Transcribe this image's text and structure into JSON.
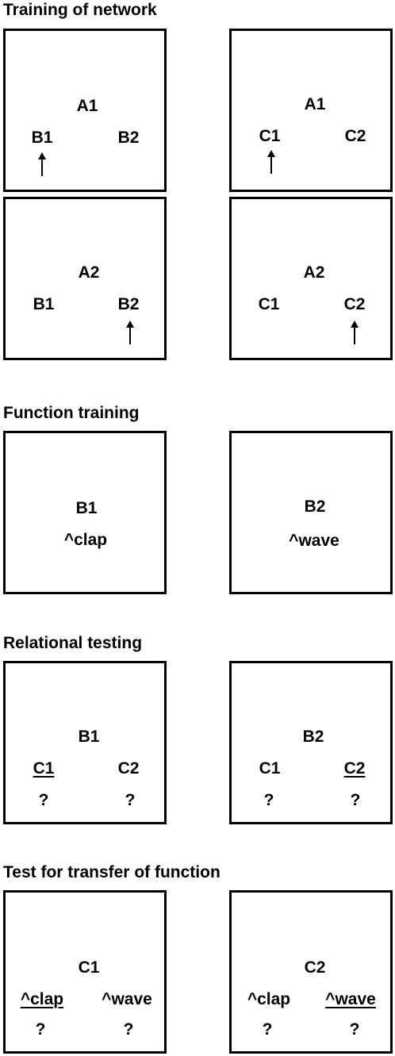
{
  "headings": {
    "network": "Training of network",
    "function": "Function training",
    "relational": "Relational testing",
    "transfer": "Test for transfer of function"
  },
  "panels": {
    "p1": {
      "sample": "A1",
      "left": "B1",
      "right": "B2"
    },
    "p2": {
      "sample": "A1",
      "left": "C1",
      "right": "C2"
    },
    "p3": {
      "sample": "A2",
      "left": "B1",
      "right": "B2"
    },
    "p4": {
      "sample": "A2",
      "left": "C1",
      "right": "C2"
    },
    "p5": {
      "stimulus": "B1",
      "response": "^clap"
    },
    "p6": {
      "stimulus": "B2",
      "response": "^wave"
    },
    "p7": {
      "sample": "B1",
      "left": "C1",
      "right": "C2",
      "left_mark": "?",
      "right_mark": "?"
    },
    "p8": {
      "sample": "B2",
      "left": "C1",
      "right": "C2",
      "left_mark": "?",
      "right_mark": "?"
    },
    "p9": {
      "sample": "C1",
      "left": "^clap",
      "right": "^wave",
      "left_mark": "?",
      "right_mark": "?"
    },
    "p10": {
      "sample": "C2",
      "left": "^clap",
      "right": "^wave",
      "left_mark": "?",
      "right_mark": "?"
    }
  }
}
